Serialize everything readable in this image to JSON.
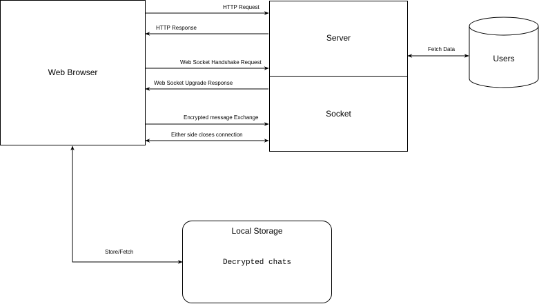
{
  "nodes": {
    "web_browser": "Web Browser",
    "server": "Server",
    "socket": "Socket",
    "users": "Users",
    "local_storage_title": "Local Storage",
    "local_storage_body": "Decrypted chats"
  },
  "edges": {
    "http_request": "HTTP Request",
    "http_response": "HTTP Response",
    "ws_handshake": "Web Socket Handshake Request",
    "ws_upgrade": "Web Socket Upgrade Response",
    "encrypted_exchange": "Encrypted message Exchange",
    "close_connection": "Either side closes connection",
    "fetch_data": "Fetch Data",
    "store_fetch": "Store/Fetch"
  },
  "colors": {
    "stroke": "#000000",
    "background": "#ffffff"
  }
}
